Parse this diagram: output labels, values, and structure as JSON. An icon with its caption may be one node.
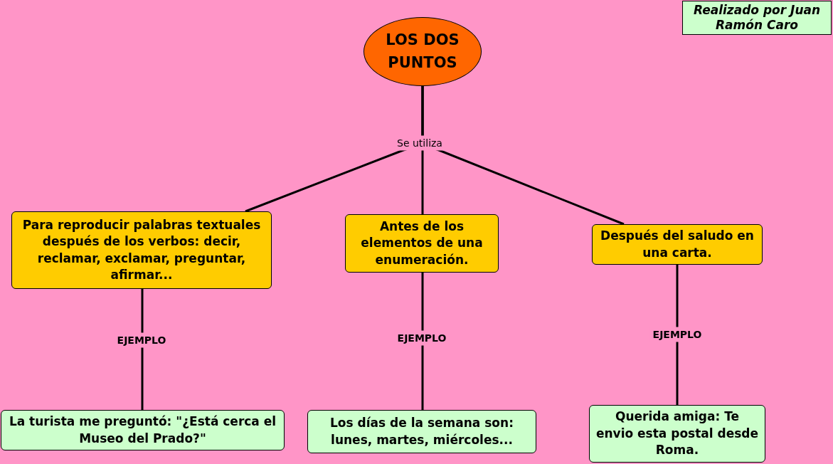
{
  "diagram": {
    "nodes": [
      {
        "text": [
          "LOS DOS PUNTOS"
        ]
      },
      {
        "text": [
          "Realizado por Juan Ramón Caro"
        ]
      },
      {
        "text": [
          "Para reproducir palabras textuales después de los verbos: decir, reclamar, exclamar, preguntar, afirmar..."
        ]
      },
      {
        "text": [
          "Antes de los elementos de una enumeración."
        ]
      },
      {
        "text": [
          "Después  del saludo en una carta."
        ]
      },
      {
        "text": [
          "La turista me preguntó: \"¿Está cerca el Museo del Prado?\""
        ]
      },
      {
        "text": [
          "Los días de la semana son: lunes, martes, miércoles..."
        ]
      },
      {
        "text": [
          "Querida amiga: Te envio esta postal desde Roma."
        ]
      }
    ],
    "edges": [
      {
        "from": 0,
        "to": 2,
        "arrow": "none"
      },
      {
        "from": 0,
        "to": 3,
        "arrow": "none",
        "label": "Se utiliza"
      },
      {
        "from": 0,
        "to": 4,
        "arrow": "none"
      },
      {
        "from": 2,
        "to": 5,
        "arrow": "none",
        "label": "EJEMPLO"
      },
      {
        "from": 3,
        "to": 6,
        "arrow": "none",
        "label": "EJEMPLO"
      },
      {
        "from": 4,
        "to": 7,
        "arrow": "none",
        "label": "EJEMPLO"
      }
    ]
  }
}
